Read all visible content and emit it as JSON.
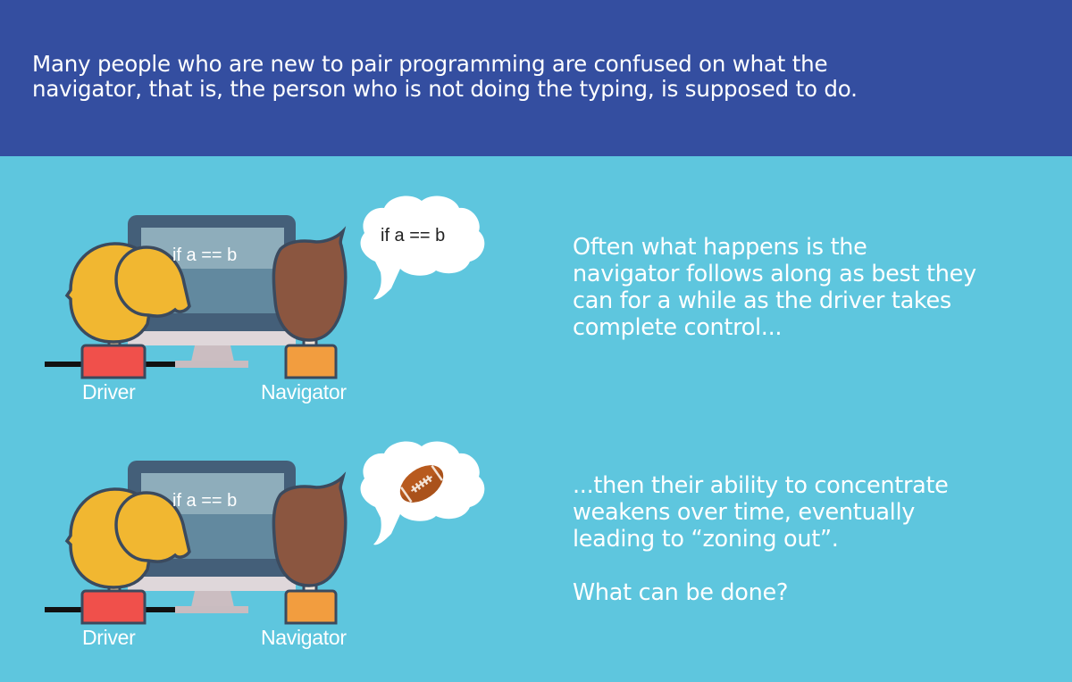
{
  "header": {
    "text": "Many people who are new to pair programming are confused on what the\nnavigator, that is, the person who is not doing the typing, is supposed to do."
  },
  "panels": [
    {
      "screen_code": "if a == b",
      "bubble": {
        "type": "text",
        "text": "if a == b"
      },
      "labels": {
        "driver": "Driver",
        "navigator": "Navigator"
      },
      "caption": "Often what happens is the\nnavigator follows along as best they\ncan for a while as the driver takes\ncomplete control..."
    },
    {
      "screen_code": "if a == b",
      "bubble": {
        "type": "icon",
        "icon": "football-icon"
      },
      "labels": {
        "driver": "Driver",
        "navigator": "Navigator"
      },
      "caption": "...then their ability to concentrate\nweakens over time, eventually\nleading to “zoning out”.\n\nWhat can be done?"
    }
  ],
  "colors": {
    "header_bg": "#344ea0",
    "body_bg": "#5ec6de",
    "monitor_frame": "#445f79",
    "screen_top": "#8eadbb",
    "screen_bottom": "#62899f",
    "driver_hair": "#f1b731",
    "driver_shirt": "#f0504b",
    "navigator_hair": "#8b5640",
    "navigator_shirt": "#f29d3f",
    "outline": "#3b4a5e",
    "football": "#b85a1e"
  }
}
